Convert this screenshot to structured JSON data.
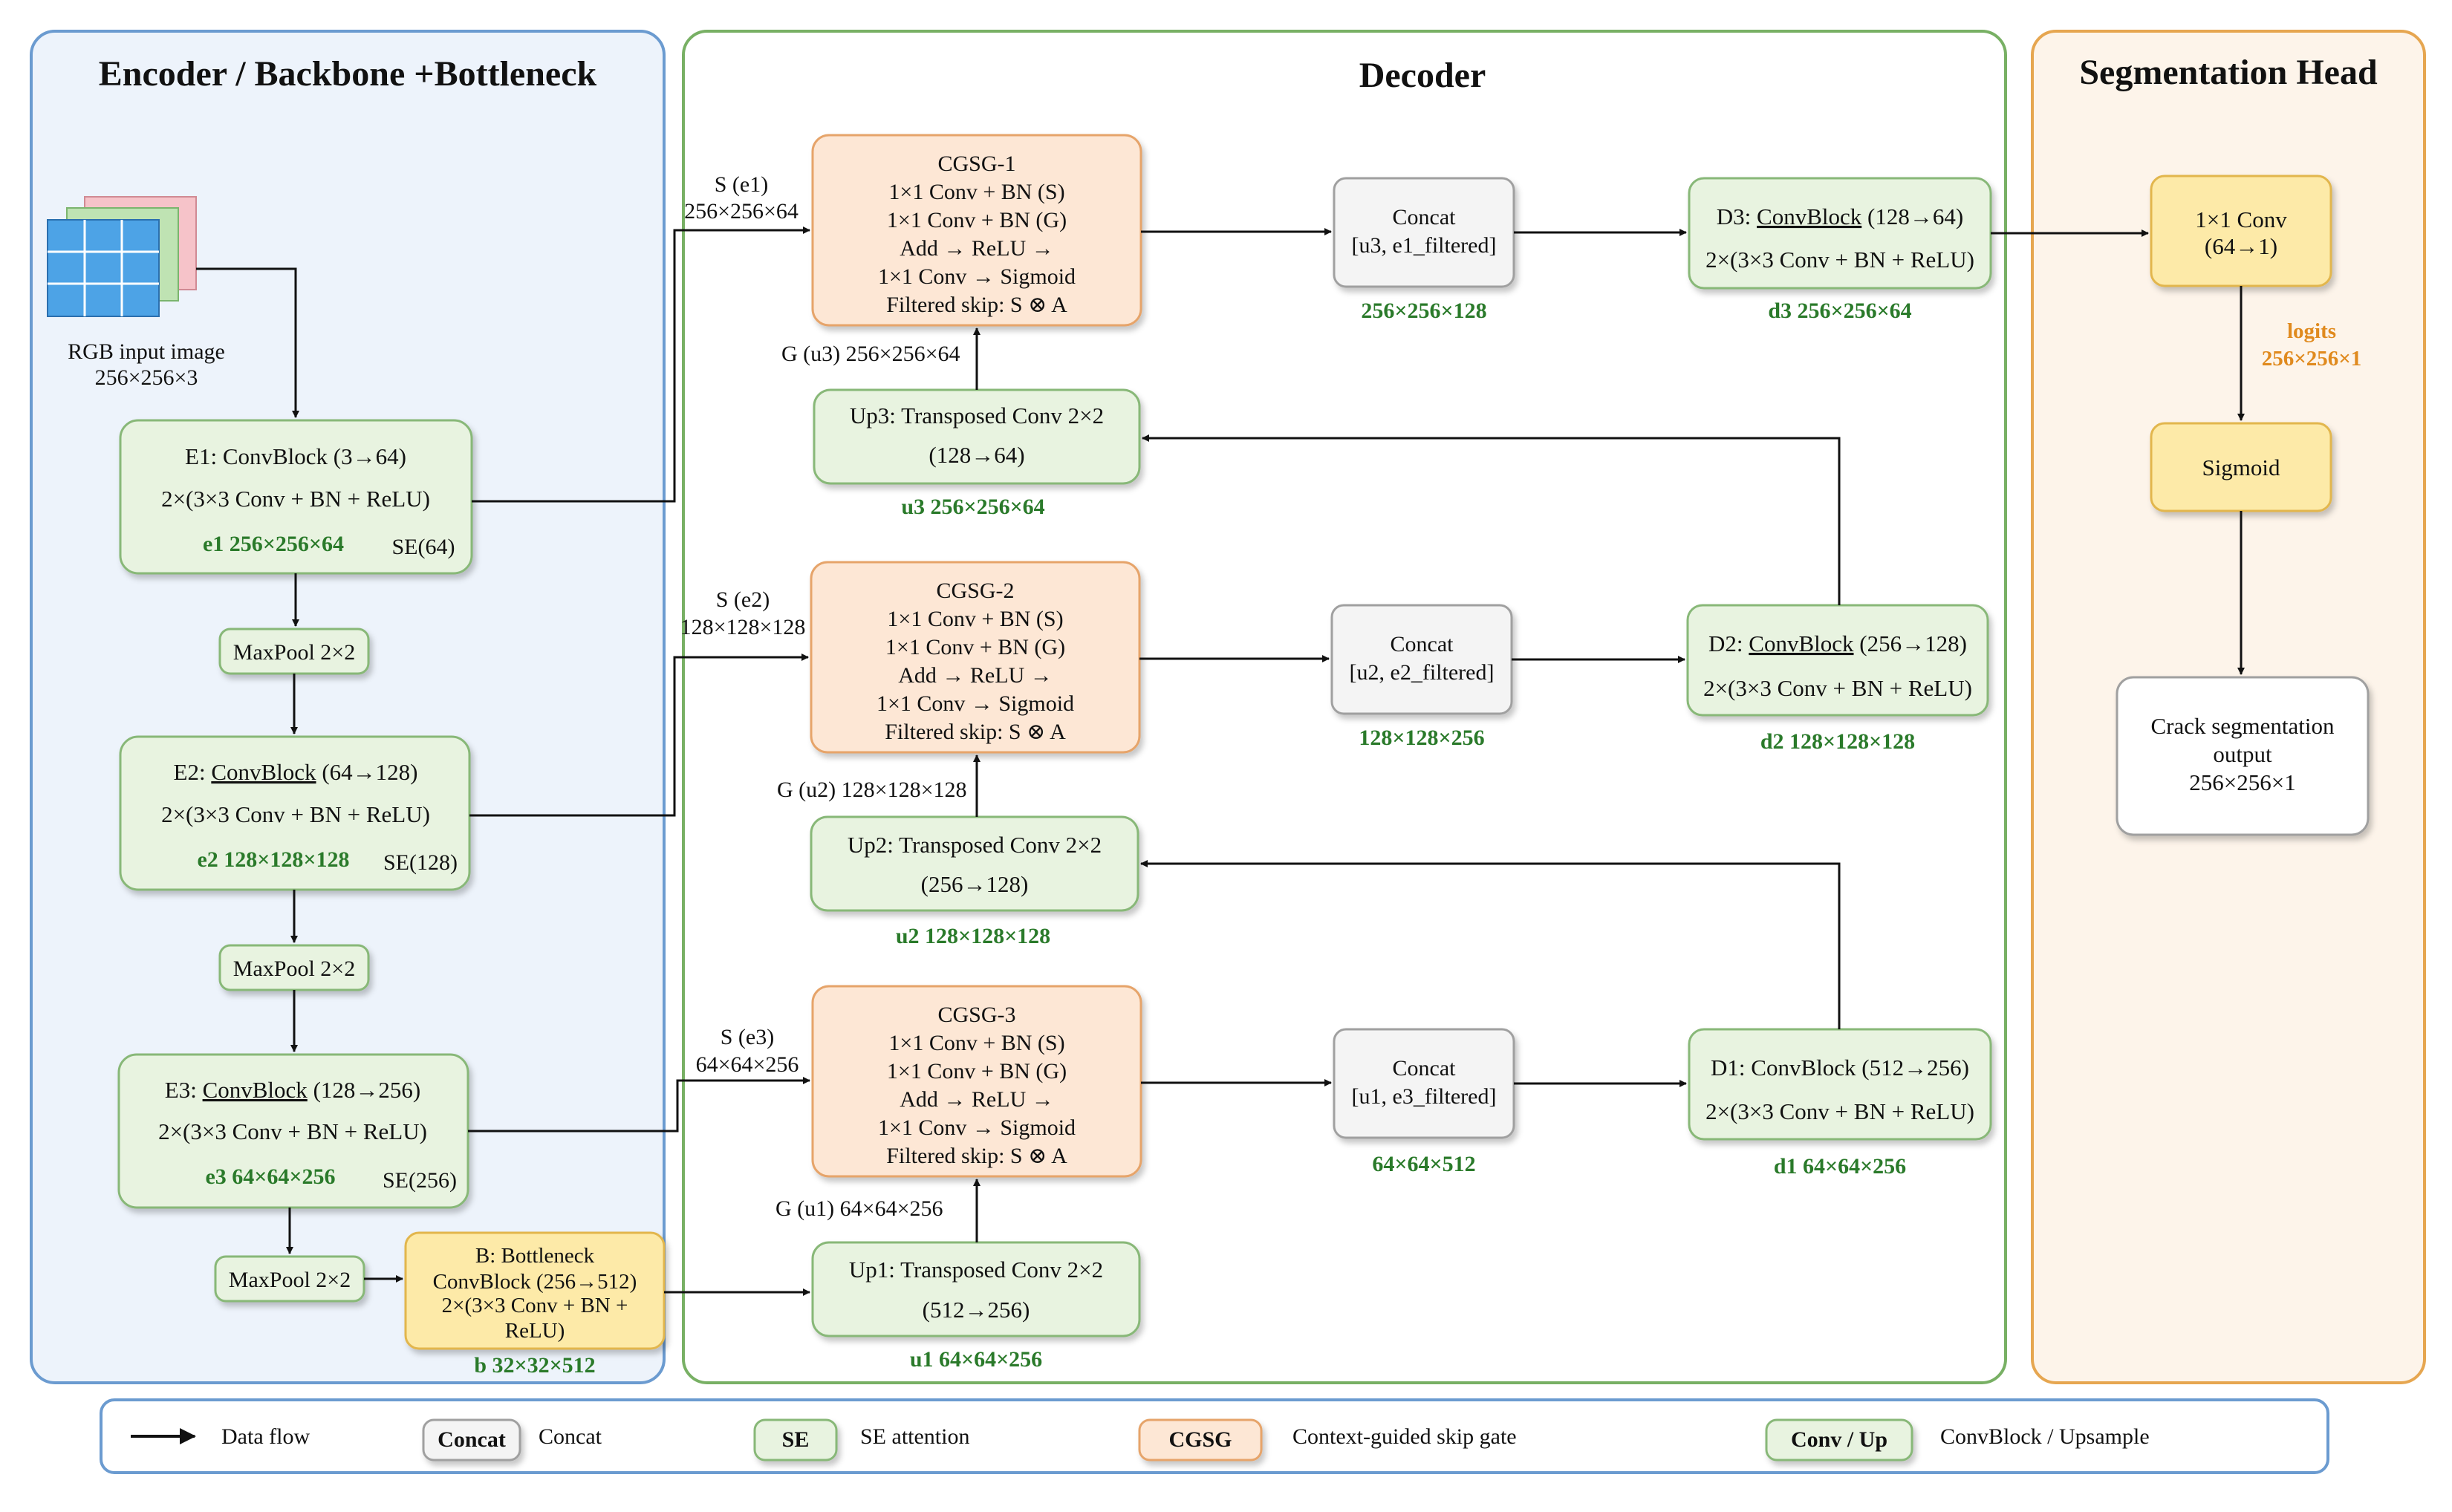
{
  "colors": {
    "encoder_panel_border": "#6b9bd0",
    "encoder_panel_fill": "#edf3fb",
    "encoder_title": "#2e5fa6",
    "decoder_panel_border": "#78b064",
    "decoder_panel_fill": "#ffffff",
    "decoder_title": "#3a7d2a",
    "seg_panel_border": "#e6a650",
    "seg_panel_fill": "#fdf4ea",
    "seg_title": "#e08a1e",
    "green_block_fill": "#e8f3e0",
    "green_block_border": "#88b878",
    "cgsg_fill": "#fde7d5",
    "cgsg_border": "#e6a46a",
    "concat_fill": "#f4f4f4",
    "concat_border": "#a0a0a0",
    "yellow_fill": "#fdeaa8",
    "yellow_border": "#e2b64e",
    "label_green": "#2a7a2a",
    "label_orange": "#e08a1e"
  },
  "panels": {
    "encoder_title": "Encoder / Backbone +Bottleneck",
    "decoder_title": "Decoder",
    "seg_title": "Segmentation Head"
  },
  "input": {
    "label": "RGB input image",
    "dims": "256×256×3"
  },
  "encoder": {
    "e1": {
      "line1": "E1: ConvBlock (3→64)",
      "line2": "2×(3×3 Conv + BN + ReLU)",
      "out": "e1 256×256×64",
      "se": "SE(64)"
    },
    "pool1": "MaxPool 2×2",
    "e2": {
      "line1_a": "E2: ",
      "line1_b": "ConvBlock",
      "line1_c": " (64→128)",
      "line2": "2×(3×3 Conv + BN + ReLU)",
      "out": "e2 128×128×128",
      "se": "SE(128)"
    },
    "pool2": "MaxPool 2×2",
    "e3": {
      "line1_a": "E3: ",
      "line1_b": "ConvBlock",
      "line1_c": " (128→256)",
      "line2": "2×(3×3 Conv + BN + ReLU)",
      "out": "e3 64×64×256",
      "se": "SE(256)"
    },
    "pool3": "MaxPool 2×2",
    "bottleneck": {
      "line1": "B: Bottleneck",
      "line2": "ConvBlock (256→512)",
      "line3": "2×(3×3 Conv + BN +",
      "line4": "ReLU)",
      "out": "b 32×32×512"
    }
  },
  "skips": {
    "s1_name": "S (e1)",
    "s1_dims": "256×256×64",
    "s2_name": "S (e2)",
    "s2_dims": "128×128×128",
    "s3_name": "S (e3)",
    "s3_dims": "64×64×256",
    "g3": "G (u3) 256×256×64",
    "g2": "G (u2) 128×128×128",
    "g1": "G (u1) 64×64×256"
  },
  "cgsg": [
    {
      "title": "CGSG-1",
      "l1": "1×1 Conv + BN (S)",
      "l2": "1×1 Conv + BN (G)",
      "l3": "Add → ReLU →",
      "l4": "1×1 Conv → Sigmoid",
      "l5": "Filtered skip: S ⊗ A"
    },
    {
      "title": "CGSG-2",
      "l1": "1×1 Conv + BN (S)",
      "l2": "1×1 Conv + BN (G)",
      "l3": "Add → ReLU →",
      "l4": "1×1 Conv → Sigmoid",
      "l5": "Filtered skip: S ⊗ A"
    },
    {
      "title": "CGSG-3",
      "l1": "1×1 Conv + BN (S)",
      "l2": "1×1 Conv + BN (G)",
      "l3": "Add → ReLU →",
      "l4": "1×1 Conv → Sigmoid",
      "l5": "Filtered skip: S ⊗ A"
    }
  ],
  "up": [
    {
      "l1": "Up3: Transposed Conv 2×2",
      "l2": "(128→64)",
      "out": "u3 256×256×64"
    },
    {
      "l1": "Up2: Transposed Conv 2×2",
      "l2": "(256→128)",
      "out": "u2 128×128×128"
    },
    {
      "l1": "Up1: Transposed Conv 2×2",
      "l2": "(512→256)",
      "out": "u1 64×64×256"
    }
  ],
  "concat": [
    {
      "l1": "Concat",
      "l2": "[u3, e1_filtered]",
      "out": "256×256×128"
    },
    {
      "l1": "Concat",
      "l2": "[u2, e2_filtered]",
      "out": "128×128×256"
    },
    {
      "l1": "Concat",
      "l2": "[u1, e3_filtered]",
      "out": "64×64×512"
    }
  ],
  "dec": [
    {
      "l1a": "D3: ",
      "l1b": "ConvBlock",
      "l1c": " (128→64)",
      "l2": "2×(3×3 Conv + BN + ReLU)",
      "out": "d3 256×256×64"
    },
    {
      "l1a": "D2: ",
      "l1b": "ConvBlock",
      "l1c": " (256→128)",
      "l2": "2×(3×3 Conv + BN + ReLU)",
      "out": "d2 128×128×128"
    },
    {
      "l1a": "D1: ",
      "l1b": "ConvBlock",
      "l1c": " (512→256)",
      "l2": "2×(3×3 Conv + BN + ReLU)",
      "out": "d1 64×64×256"
    }
  ],
  "head": {
    "conv_l1": "1×1 Conv",
    "conv_l2": "(64→1)",
    "logits_l1": "logits",
    "logits_l2": "256×256×1",
    "sigmoid": "Sigmoid",
    "out_l1": "Crack segmentation",
    "out_l2": "output",
    "out_l3": "256×256×1"
  },
  "legend": {
    "flow": "Data flow",
    "concat_chip": "Concat",
    "concat_text": "Concat",
    "se_chip": "SE",
    "se_text": "SE attention",
    "cgsg_chip": "CGSG",
    "cgsg_text": "Context-guided skip gate",
    "conv_chip": "Conv / Up",
    "conv_text": "ConvBlock / Upsample"
  }
}
